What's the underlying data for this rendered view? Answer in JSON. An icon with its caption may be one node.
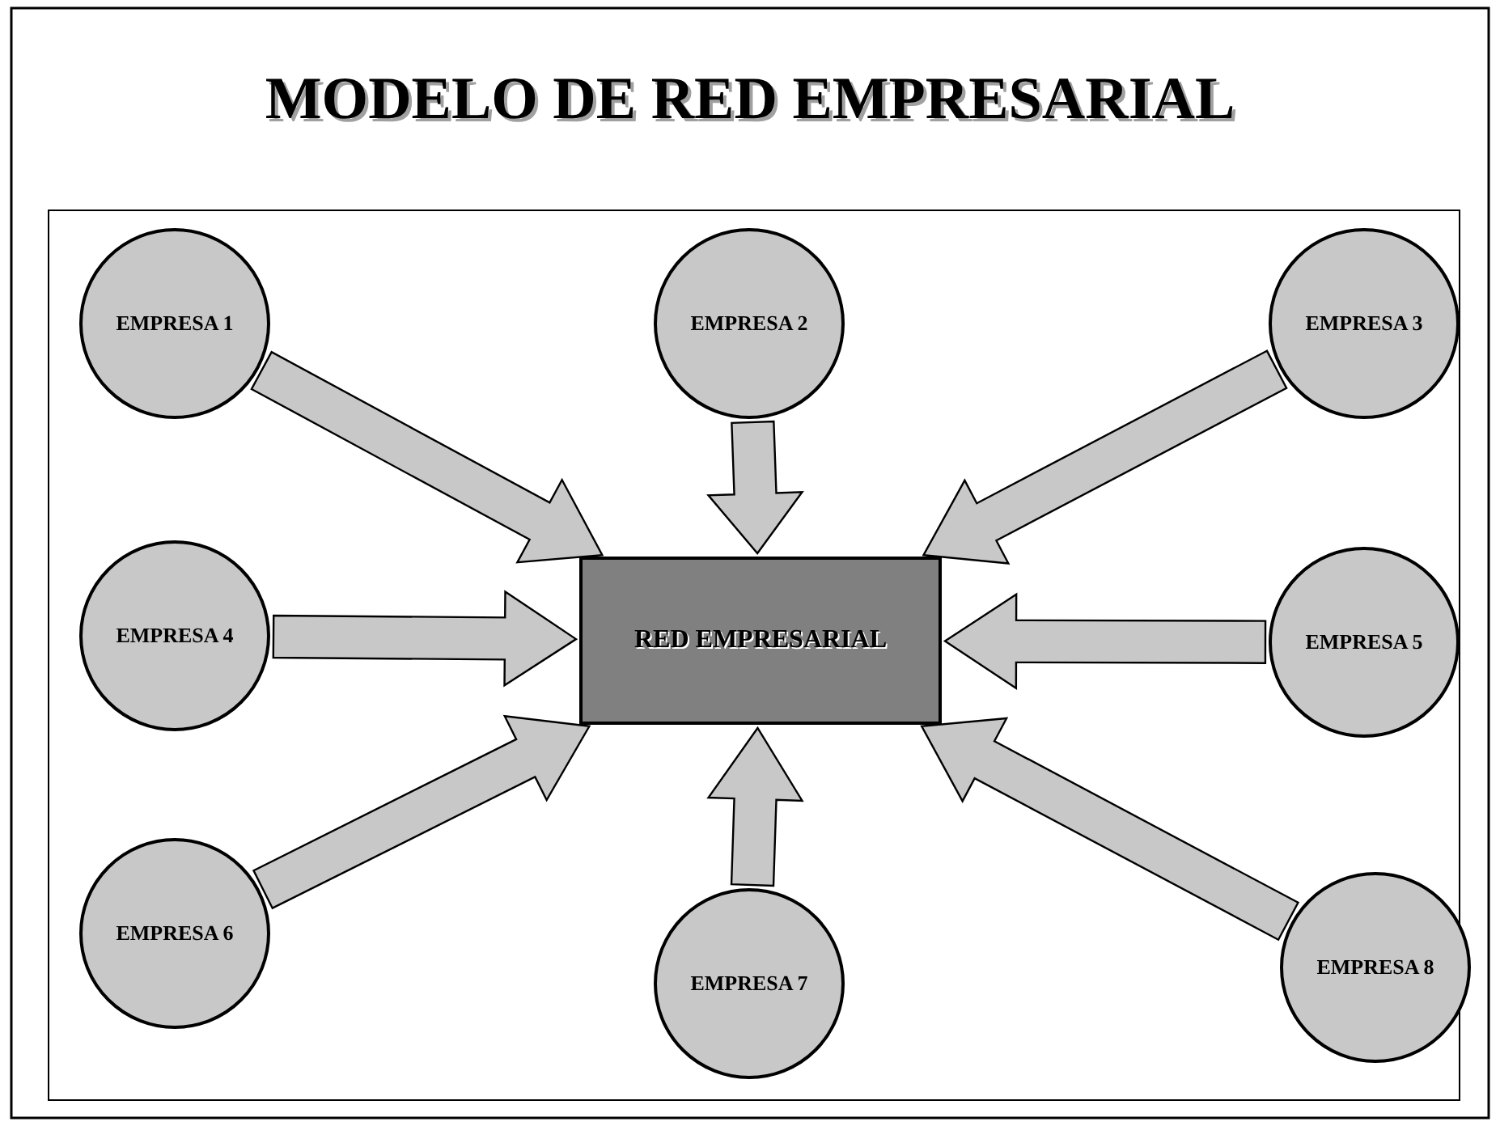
{
  "diagram": {
    "title": "MODELO DE RED EMPRESARIAL",
    "nodes": [
      {
        "text": [
          "EMPRESA 1"
        ]
      },
      {
        "text": [
          "EMPRESA 2"
        ]
      },
      {
        "text": [
          "EMPRESA 3"
        ]
      },
      {
        "text": [
          "EMPRESA 4"
        ]
      },
      {
        "text": [
          "RED EMPRESARIAL"
        ]
      },
      {
        "text": [
          "EMPRESA 5"
        ]
      },
      {
        "text": [
          "EMPRESA 6"
        ]
      },
      {
        "text": [
          "EMPRESA 7"
        ]
      },
      {
        "text": [
          "EMPRESA 8"
        ]
      }
    ],
    "edges": [
      {
        "from": 0,
        "to": 4,
        "arrow": "to"
      },
      {
        "from": 1,
        "to": 4,
        "arrow": "to"
      },
      {
        "from": 2,
        "to": 4,
        "arrow": "to"
      },
      {
        "from": 3,
        "to": 4,
        "arrow": "to"
      },
      {
        "from": 5,
        "to": 4,
        "arrow": "to"
      },
      {
        "from": 6,
        "to": 4,
        "arrow": "to"
      },
      {
        "from": 7,
        "to": 4,
        "arrow": "to"
      },
      {
        "from": 8,
        "to": 4,
        "arrow": "to"
      }
    ]
  }
}
